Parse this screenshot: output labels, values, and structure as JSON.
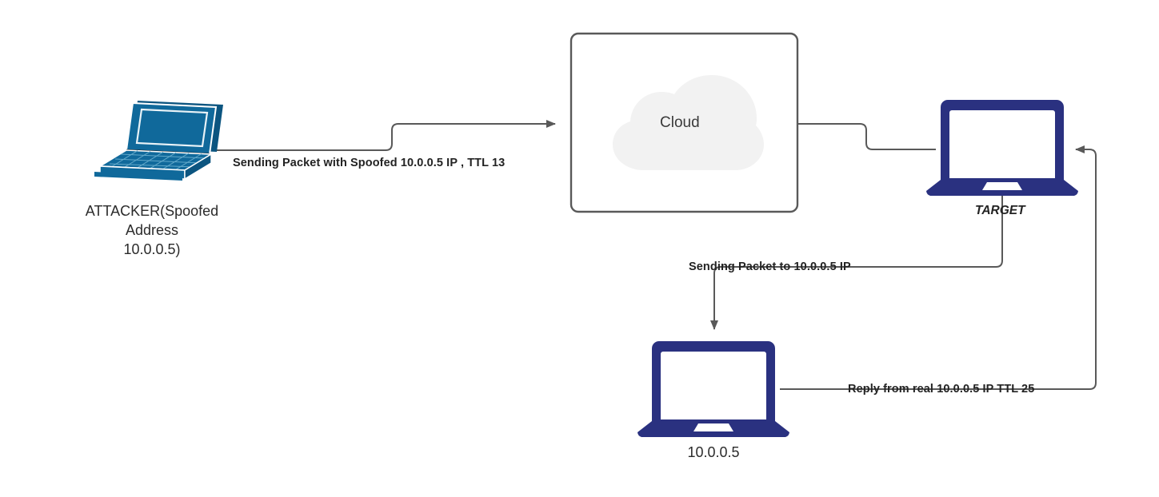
{
  "diagram": {
    "title": "IP Spoofing / TTL reflection network diagram",
    "background_color": "#ffffff",
    "line_color": "#595959",
    "nodes": {
      "attacker": {
        "label_line1": "ATTACKER(Spoofed",
        "label_line2": "Address",
        "label_line3": "10.0.0.5)",
        "icon": "laptop-3d-icon",
        "color": "#106A9C",
        "color_dark": "#0C5580",
        "color_light": "#3E93BF"
      },
      "cloud": {
        "label": "Cloud",
        "icon": "cloud-icon",
        "box_border_color": "#595959",
        "cloud_fill": "#F2F2F2"
      },
      "target": {
        "label": "TARGET",
        "icon": "laptop-flat-icon",
        "color": "#2A3180"
      },
      "victim": {
        "label": "10.0.0.5",
        "icon": "laptop-flat-icon",
        "color": "#2A3180"
      }
    },
    "connections": [
      {
        "id": "attacker-to-cloud",
        "label": "Sending Packet with Spoofed 10.0.0.5 IP , TTL 13",
        "from": "attacker",
        "to": "cloud",
        "arrow": "end"
      },
      {
        "id": "cloud-to-target",
        "label": "",
        "from": "cloud",
        "to": "target",
        "arrow": "none"
      },
      {
        "id": "target-to-victim",
        "label": "Sending Packet to 10.0.0.5 IP",
        "from": "target",
        "to": "victim",
        "arrow": "end"
      },
      {
        "id": "victim-to-target",
        "label": "Reply from real 10.0.0.5 IP TTL 25",
        "from": "victim",
        "to": "target",
        "arrow": "end"
      }
    ]
  }
}
